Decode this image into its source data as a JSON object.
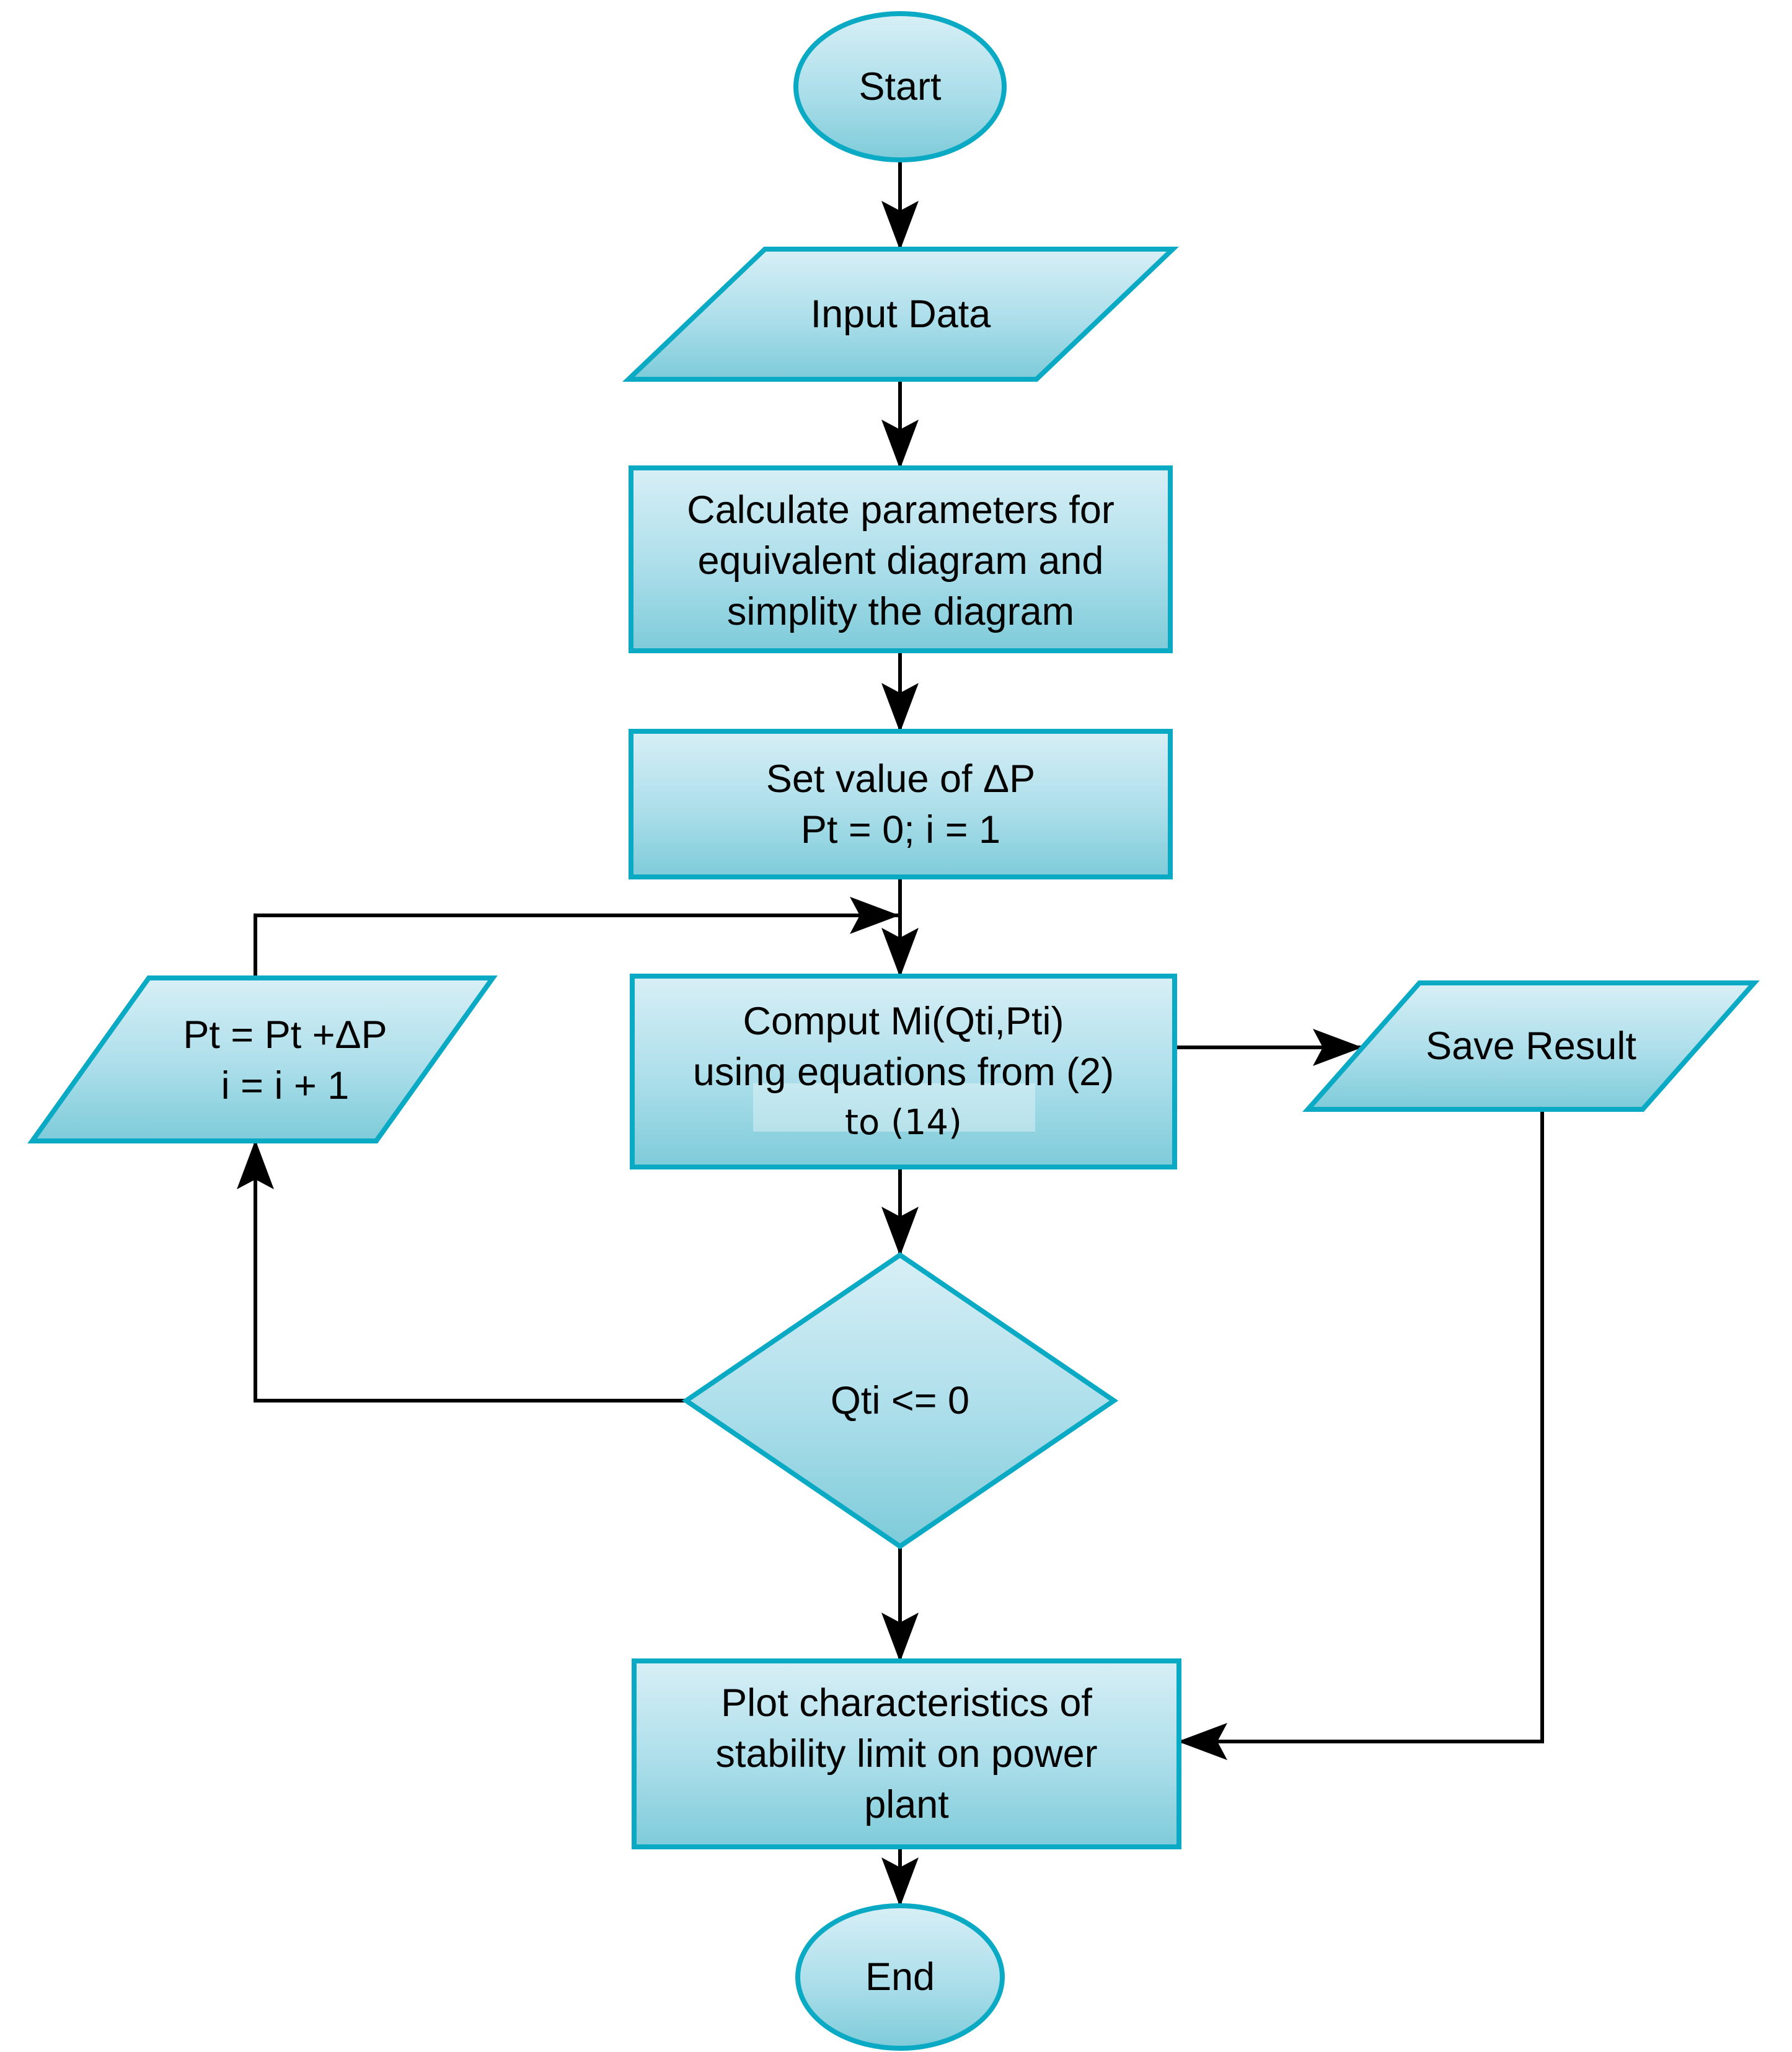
{
  "figure": {
    "type": "flowchart",
    "background": "#ffffff",
    "colors": {
      "shape_border": "#0aa9c4",
      "fill_top": "#d8eff6",
      "fill_mid": "#abdeea",
      "fill_bottom": "#7ecbd9",
      "connector": "#000000",
      "text": "#000000",
      "edit_patch_overlay": "#c8e8f1"
    },
    "nodes": {
      "start": {
        "shape": "terminator",
        "label": "Start"
      },
      "input_data": {
        "shape": "data",
        "label": "Input Data"
      },
      "calculate": {
        "shape": "process",
        "line1": "Calculate parameters for",
        "line2": "equivalent diagram and",
        "line3": "simplity the diagram"
      },
      "set_value": {
        "shape": "process",
        "line1": "Set value of ΔP",
        "line2": "Pt = 0; i = 1"
      },
      "compute": {
        "shape": "process",
        "line1": "Comput Mi(Qti,Pti)",
        "line2": "using equations from (2)",
        "line3": "to (14)"
      },
      "save_result": {
        "shape": "data",
        "label": "Save Result"
      },
      "decision": {
        "shape": "decision",
        "label": "Qti <= 0"
      },
      "increment": {
        "shape": "data",
        "line1": "Pt = Pt +ΔP",
        "line2": "i = i + 1"
      },
      "plot": {
        "shape": "process",
        "line1": "Plot characteristics of",
        "line2": "stability limit on power",
        "line3": "plant"
      },
      "end": {
        "shape": "terminator",
        "label": "End"
      }
    },
    "edges": [
      {
        "from": "start",
        "to": "input_data"
      },
      {
        "from": "input_data",
        "to": "calculate"
      },
      {
        "from": "calculate",
        "to": "set_value"
      },
      {
        "from": "set_value",
        "to": "compute"
      },
      {
        "from": "compute",
        "to": "save_result"
      },
      {
        "from": "compute",
        "to": "decision"
      },
      {
        "from": "decision",
        "to": "increment"
      },
      {
        "from": "increment",
        "to": "compute"
      },
      {
        "from": "decision",
        "to": "plot"
      },
      {
        "from": "save_result",
        "to": "plot"
      },
      {
        "from": "plot",
        "to": "end"
      }
    ]
  }
}
